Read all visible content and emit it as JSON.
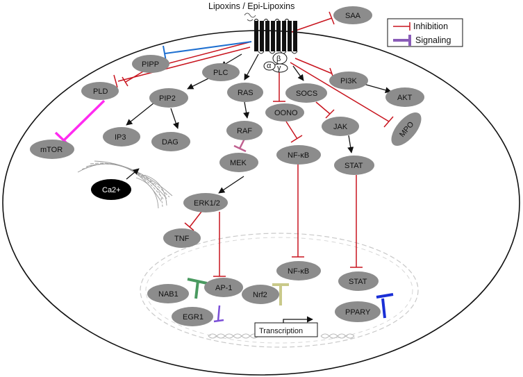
{
  "diagram": {
    "receptor_label": "Lipoxins / Epi-Lipoxins",
    "g_protein": {
      "beta": "β",
      "gamma": "γ",
      "alpha": "α"
    },
    "legend": {
      "inhibition": "Inhibition",
      "signaling": "Signaling"
    },
    "nodes": {
      "saa": "SAA",
      "pipp": "PIPP",
      "pld": "PLD",
      "mtor": "mTOR",
      "plc": "PLC",
      "pip2": "PIP2",
      "ip3": "IP3",
      "dag": "DAG",
      "ras": "RAS",
      "raf": "RAF",
      "mek": "MEK",
      "ca2": "Ca2+",
      "erk": "ERK1/2",
      "tnf": "TNF",
      "oono": "OONO",
      "nfkb_cyto": "NF-κB",
      "socs": "SOCS",
      "jak": "JAK",
      "stat_cyto": "STAT",
      "pi3k": "PI3K",
      "akt": "AKT",
      "mpo": "MPO",
      "nab1": "NAB1",
      "ap1": "AP-1",
      "egr1": "EGR1",
      "nrf2": "Nrf2",
      "nfkb_nuc": "NF-κB",
      "stat_nuc": "STAT",
      "ppary": "PPARY"
    },
    "transcription": "Transcription",
    "colors": {
      "inhibition": "#c8141e",
      "signaling": "#8a5cb8",
      "node_fill": "#8c8c8c",
      "ca_fill": "#000000",
      "pipp_link": "#1e6fd0",
      "mtor_link": "#ff2bf0",
      "nab1_link": "#4a9a60",
      "egr1_link": "#7b4fd8",
      "mek_link": "#c06090",
      "nrf2_link": "#c9c98a",
      "ppary_link": "#1a2fd6"
    }
  }
}
